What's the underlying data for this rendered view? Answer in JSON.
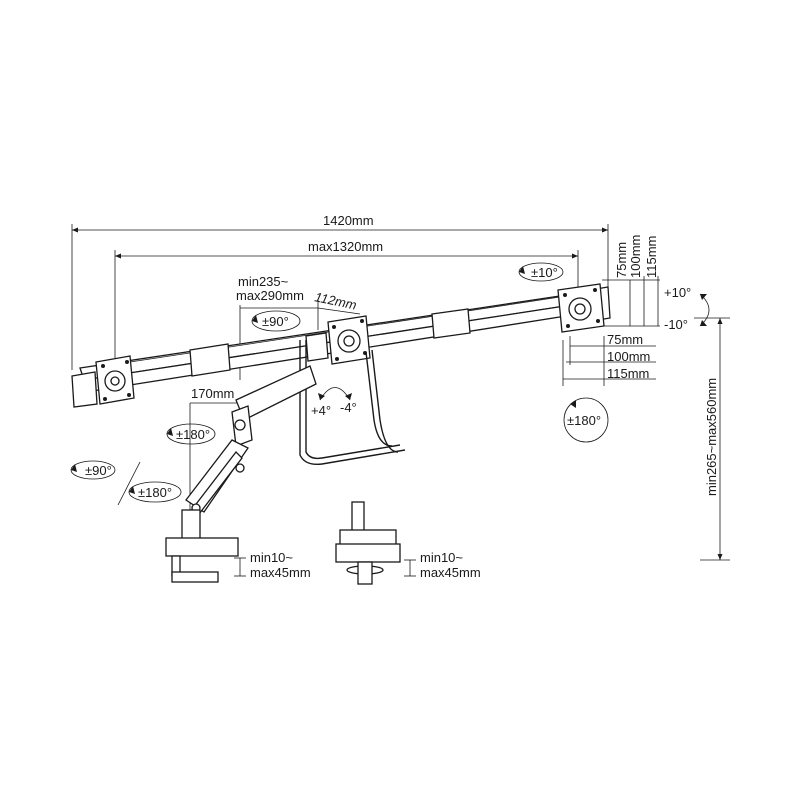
{
  "dimensions": {
    "total_width": "1420mm",
    "max_width": "max1320mm",
    "arm_reach_1": "min235~",
    "arm_reach_2": "max290mm",
    "offset": "112mm",
    "arm_drop": "170mm",
    "vesa_75": "75mm",
    "vesa_100": "100mm",
    "vesa_115": "115mm",
    "height": "min265~max560mm",
    "desk_clamp_1": "min10~",
    "desk_clamp_2": "max45mm",
    "desk_grommet_1": "min10~",
    "desk_grommet_2": "max45mm"
  },
  "rotations": {
    "tilt_up": "+10°",
    "tilt_down": "-10°",
    "swivel_10": "±10°",
    "rotate_90_top": "±90°",
    "rotate_180_right": "±180°",
    "arm_180": "±180°",
    "base_90": "±90°",
    "base_180": "±180°",
    "center_plus": "+4°",
    "center_minus": "-4°"
  }
}
